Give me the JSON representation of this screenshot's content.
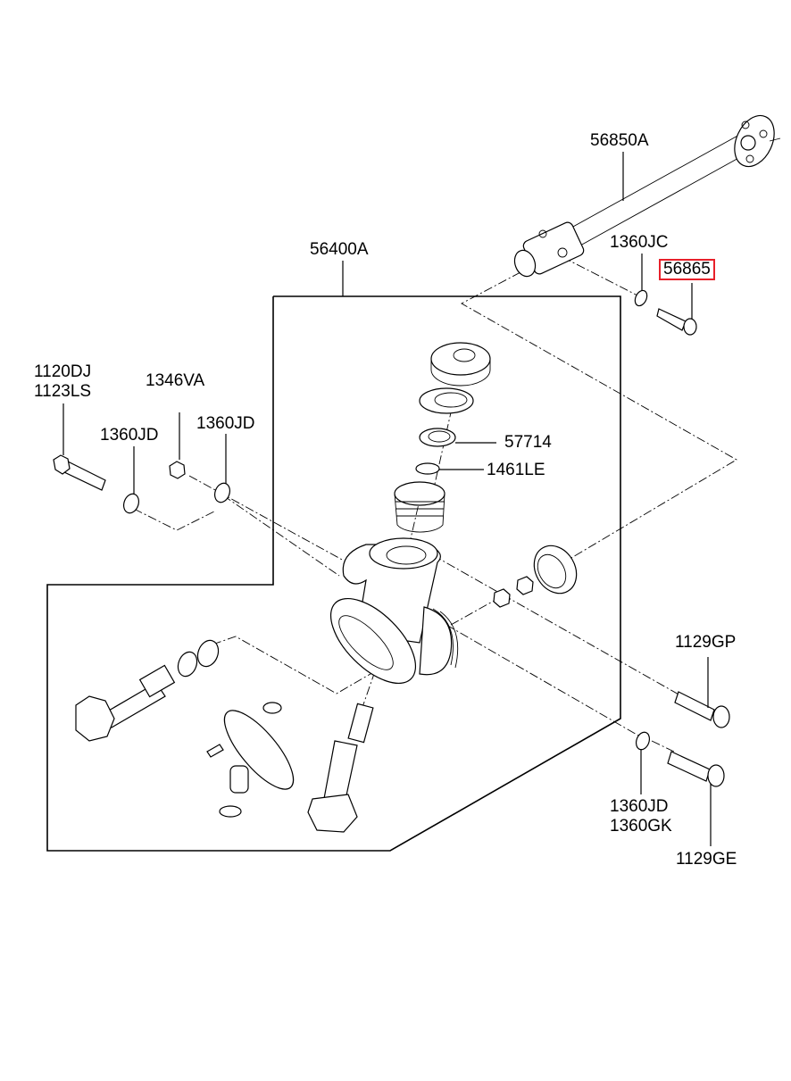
{
  "diagram": {
    "title": "Steering gear box exploded view",
    "highlight_color": "#e8202a",
    "labels": {
      "shaft": "56850A",
      "washer_jc": "1360JC",
      "bolt_highlighted": "56865",
      "gear_box_assy": "56400A",
      "bolt_left_1": "1120DJ",
      "bolt_left_2": "1123LS",
      "nut_va": "1346VA",
      "washer_jd_left": "1360JD",
      "washer_jd_right": "1360JD",
      "seal": "57714",
      "ring": "1461LE",
      "bolt_gp": "1129GP",
      "washer_bottom_1": "1360JD",
      "washer_bottom_2": "1360GK",
      "bolt_ge": "1129GE"
    },
    "highlighted_part": "56865"
  }
}
